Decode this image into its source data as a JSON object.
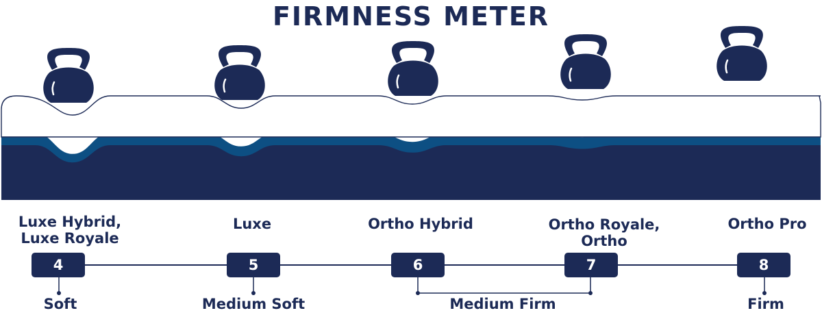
{
  "title": "FIRMNESS METER",
  "colors": {
    "navy": "#1c2a56",
    "blue": "#0d4f83",
    "outline": "#1c2a56",
    "foam": "#ffffff"
  },
  "icon": "kettlebell-icon",
  "scale": [
    {
      "value": "4",
      "mattress_line1": "Luxe Hybrid,",
      "mattress_line2": "Luxe Royale"
    },
    {
      "value": "5",
      "mattress_line1": "Luxe",
      "mattress_line2": ""
    },
    {
      "value": "6",
      "mattress_line1": "Ortho Hybrid",
      "mattress_line2": ""
    },
    {
      "value": "7",
      "mattress_line1": "Ortho Royale,",
      "mattress_line2": "Ortho"
    },
    {
      "value": "8",
      "mattress_line1": "Ortho Pro",
      "mattress_line2": ""
    }
  ],
  "categories": {
    "soft": "Soft",
    "medium_soft": "Medium Soft",
    "medium_firm": "Medium Firm",
    "firm": "Firm"
  }
}
